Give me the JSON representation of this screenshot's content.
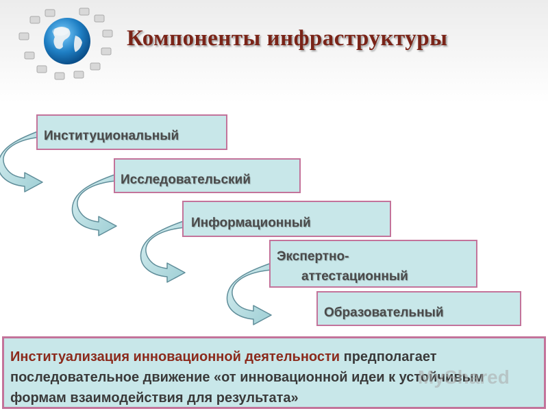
{
  "slide": {
    "title": "Компоненты  инфраструктуры",
    "logo_icon": "globe-network-icon"
  },
  "steps": [
    {
      "label": "Институциональный"
    },
    {
      "label": "Исследовательский"
    },
    {
      "label": "Информационный"
    },
    {
      "label_line1": "Экспертно-",
      "label_line2": "аттестационный"
    },
    {
      "label": "Образовательный"
    }
  ],
  "bottom_note": {
    "lead": "Институализация инновационной деятельности",
    "rest": " предполагает последовательное движение «от инновационной идеи к устойчивым формам взаимодействия для результата»"
  },
  "watermark": {
    "text": "MyShared"
  },
  "colors": {
    "box_fill": "#c8e7e9",
    "box_border": "#c3739a",
    "title": "#7a2418",
    "arrow_fill": "#b9dfe2",
    "arrow_stroke": "#5f8d99"
  }
}
